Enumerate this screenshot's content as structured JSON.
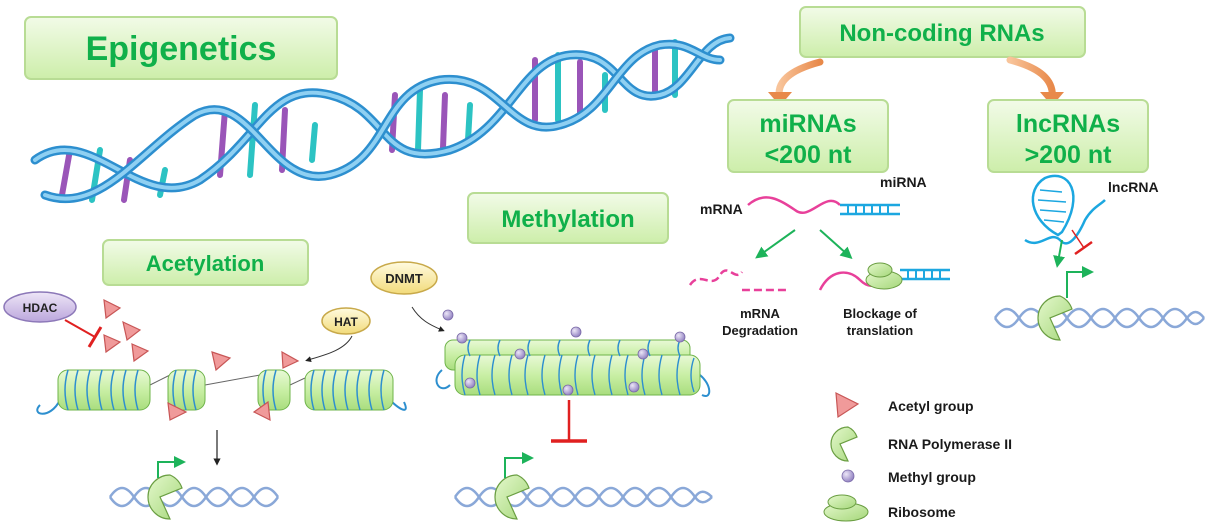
{
  "titles": {
    "epigenetics": "Epigenetics",
    "non_coding": "Non-coding RNAs",
    "mirnas_1": "miRNAs",
    "mirnas_2": "<200 nt",
    "lncrnas_1": "lncRNAs",
    "lncrnas_2": ">200 nt",
    "methylation": "Methylation",
    "acetylation": "Acetylation"
  },
  "enzymes": {
    "hdac": "HDAC",
    "hat": "HAT",
    "dnmt": "DNMT"
  },
  "rna_labels": {
    "mrna": "mRNA",
    "mirna": "miRNA",
    "lncrna": "lncRNA",
    "degradation_1": "mRNA",
    "degradation_2": "Degradation",
    "blockage_1": "Blockage of",
    "blockage_2": "translation"
  },
  "legend": [
    {
      "icon": "acetyl-group-icon",
      "label": "Acetyl group"
    },
    {
      "icon": "rna-polymerase-icon",
      "label": "RNA Polymerase II"
    },
    {
      "icon": "methyl-group-icon",
      "label": "Methyl group"
    },
    {
      "icon": "ribosome-icon",
      "label": "Ribosome"
    }
  ],
  "colors": {
    "box_fill": "#dff5c6",
    "box_text": "#10b04a",
    "mrna": "#e8409a",
    "mirna": "#1ca7e0",
    "arrow_green": "#1db35a",
    "inhibit_red": "#e02020",
    "acetyl": "#e87070",
    "methyl": "#a99bd0",
    "nucleosome": "#c9efa5"
  }
}
